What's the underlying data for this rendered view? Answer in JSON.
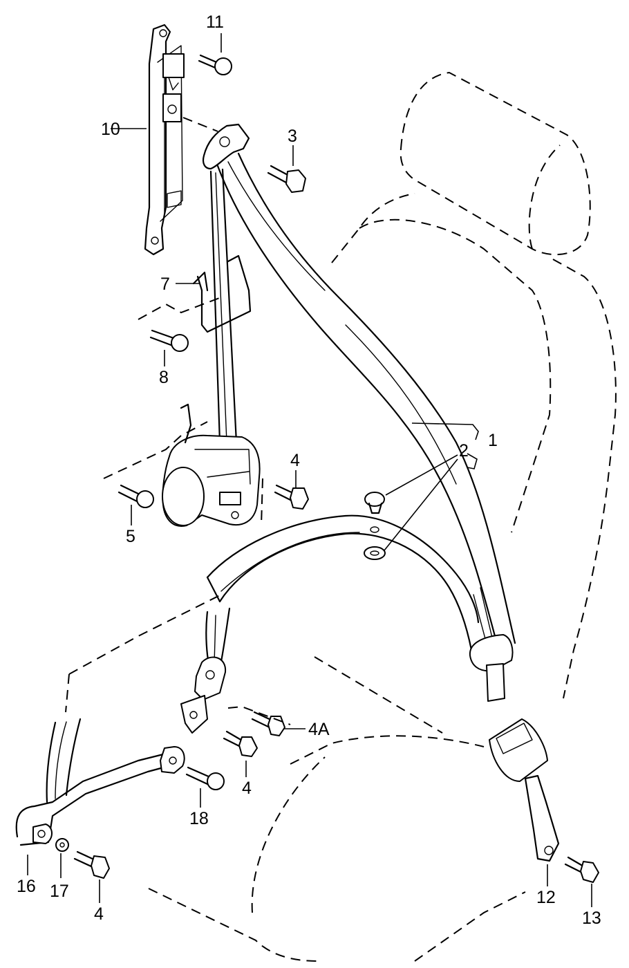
{
  "callouts": {
    "c1": "1",
    "c2": "2",
    "c3": "3",
    "c4_upper": "4",
    "c4a": "4A",
    "c4_mid": "4",
    "c4_bottom": "4",
    "c5": "5",
    "c7": "7",
    "c8": "8",
    "c10": "10",
    "c11": "11",
    "c12": "12",
    "c13": "13",
    "c16": "16",
    "c17": "17",
    "c18": "18"
  }
}
